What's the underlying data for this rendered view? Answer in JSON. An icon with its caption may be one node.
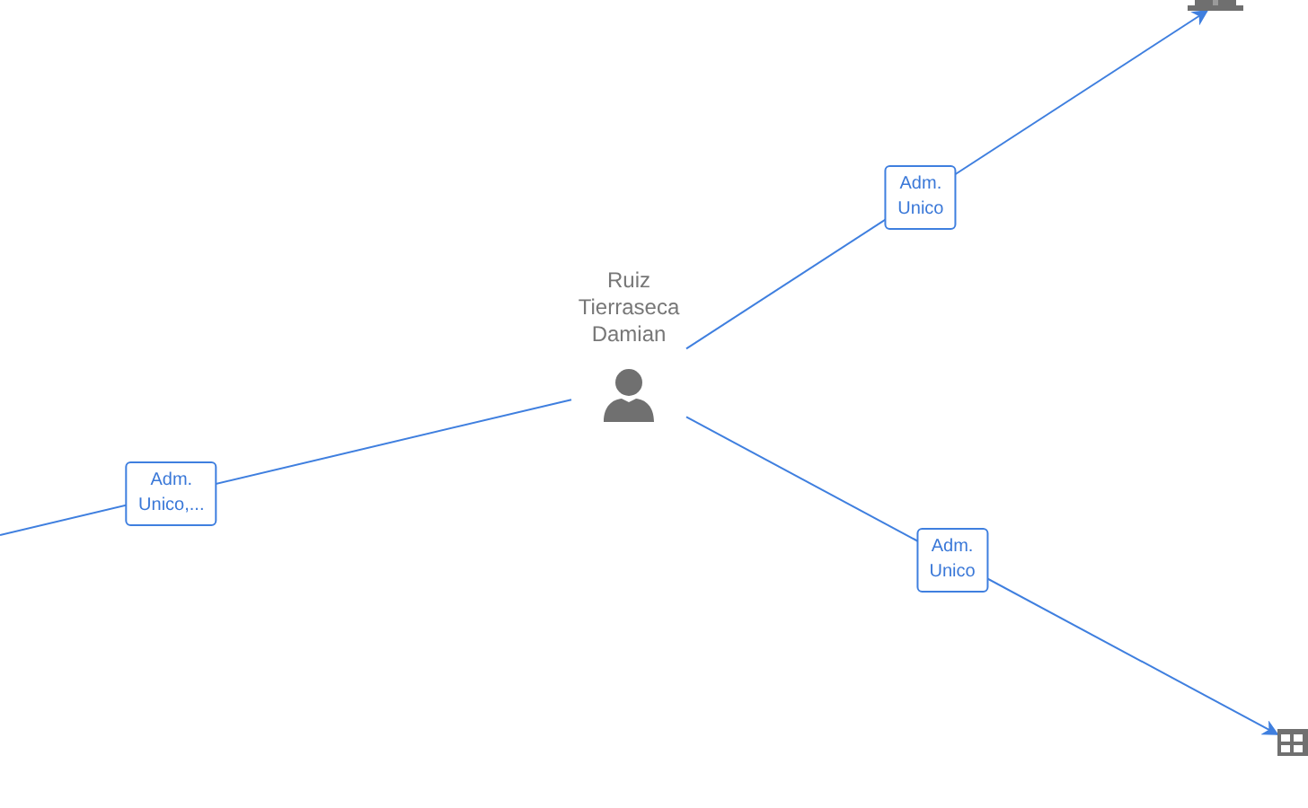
{
  "diagram": {
    "nodes": [
      {
        "text": [],
        "shape": "picture"
      },
      {
        "text": [
          "Ruiz Tierraseca Damian"
        ]
      },
      {
        "text": [],
        "shape": "picture"
      }
    ],
    "edges": [
      {
        "from": 1,
        "to": 0,
        "arrow": "to",
        "label": "Adm. Unico"
      },
      {
        "from": 1,
        "to": null,
        "arrow": "none",
        "label": "Adm. Unico,..."
      },
      {
        "from": 1,
        "to": 2,
        "arrow": "to",
        "label": "Adm. Unico"
      }
    ]
  }
}
